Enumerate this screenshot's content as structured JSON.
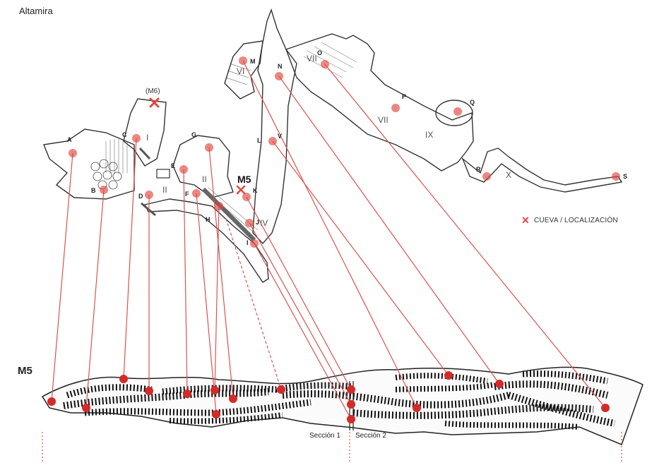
{
  "title": "Altamira",
  "section_label": "M5",
  "cave_marker_label": "M5",
  "m6_label": "(M6)",
  "legend": {
    "icon": "red-x-icon",
    "text": "CUEVA / LOCALIZACIÓN"
  },
  "section_labels": {
    "s1": "Sección 1",
    "s2": "Sección 2"
  },
  "zone_numerals": [
    "I",
    "II",
    "II",
    "IV",
    "VI",
    "VII",
    "VII",
    "IX",
    "X"
  ],
  "points": [
    "A",
    "B",
    "C",
    "D",
    "E",
    "F",
    "G",
    "H",
    "I",
    "J",
    "K",
    "L",
    "M",
    "N",
    "O",
    "P",
    "Q",
    "R",
    "S",
    "V"
  ],
  "colors": {
    "accent": "#e0473d",
    "line": "#d9534f",
    "ink": "#222222"
  }
}
